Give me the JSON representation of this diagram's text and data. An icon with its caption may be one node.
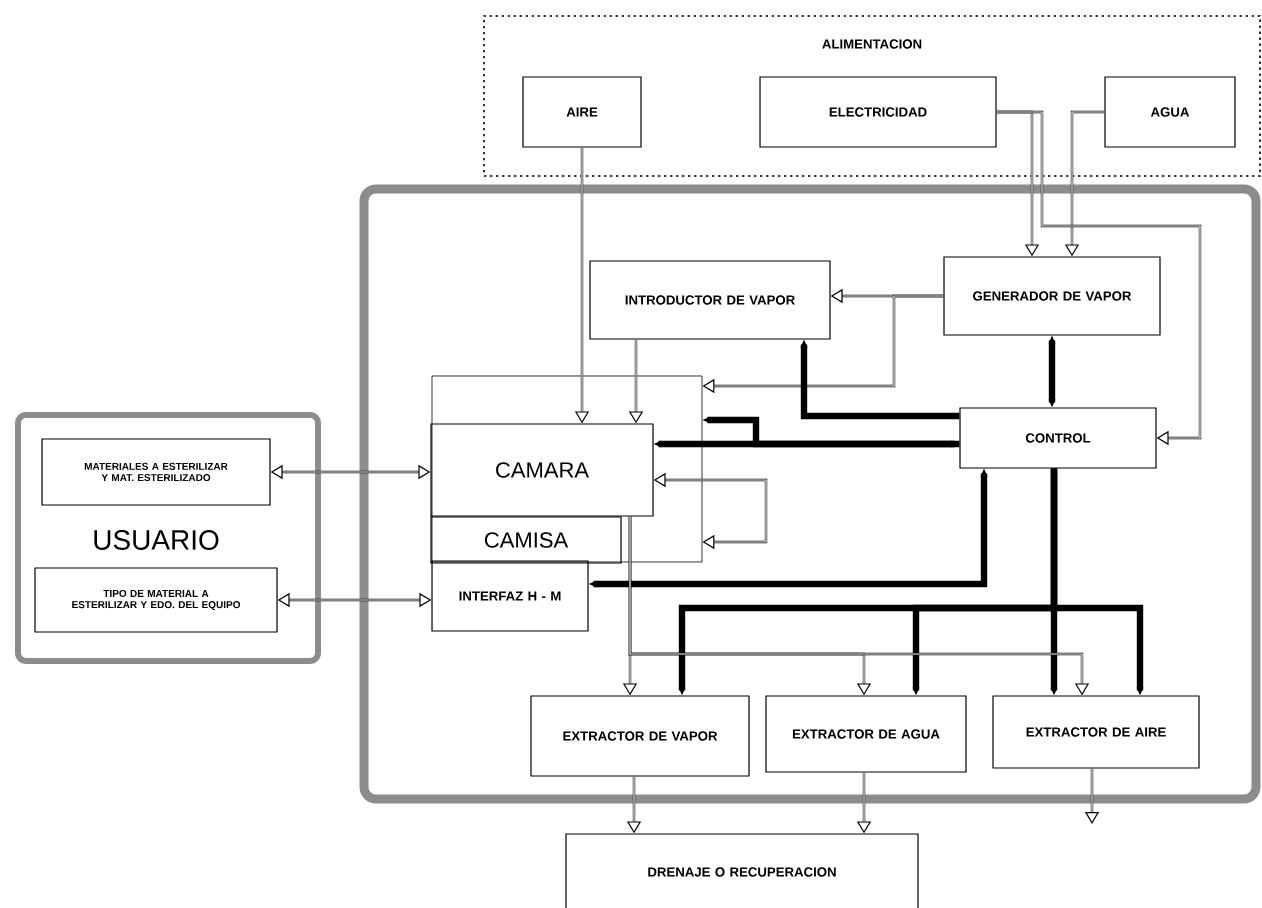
{
  "diagram": {
    "nodes": [
      {
        "text": [
          "ALIMENTACION"
        ]
      },
      {
        "text": [
          "AIRE"
        ],
        "in": 0
      },
      {
        "text": [
          "ELECTRICIDAD"
        ],
        "in": 0
      },
      {
        "text": [
          "AGUA"
        ],
        "in": 0
      },
      {
        "text": [],
        "shape": "box"
      },
      {
        "text": [
          "USUARIO"
        ]
      },
      {
        "text": [
          "MATERIALES A ESTERILIZAR Y MAT. ESTERILIZADO"
        ],
        "in": 5
      },
      {
        "text": [
          "TIPO DE MATERIAL A ESTERILIZAR Y EDO. DEL EQUIPO"
        ],
        "in": 5
      },
      {
        "text": [
          "INTRODUCTOR DE VAPOR"
        ],
        "in": 4
      },
      {
        "text": [
          "GENERADOR DE VAPOR"
        ],
        "in": 4
      },
      {
        "text": [],
        "shape": "box",
        "in": 4
      },
      {
        "text": [
          "CAMARA"
        ],
        "in": 10
      },
      {
        "text": [
          "CAMISA"
        ],
        "in": 10
      },
      {
        "text": [
          "INTERFAZ H - M"
        ],
        "in": 4
      },
      {
        "text": [
          "CONTROL"
        ],
        "in": 4
      },
      {
        "text": [
          "EXTRACTOR DE VAPOR"
        ],
        "in": 4
      },
      {
        "text": [
          "EXTRACTOR DE AGUA"
        ],
        "in": 4
      },
      {
        "text": [
          "EXTRACTOR DE AIRE"
        ],
        "in": 4
      },
      {
        "text": [
          "DRENAJE O RECUPERACION"
        ]
      }
    ],
    "edges": [
      {
        "from": 1,
        "to": 11,
        "arrow": "to"
      },
      {
        "from": 2,
        "to": 9,
        "arrow": "to"
      },
      {
        "from": 3,
        "to": 9,
        "arrow": "to"
      },
      {
        "from": 2,
        "to": 14,
        "arrow": "to"
      },
      {
        "from": 9,
        "to": 8,
        "arrow": "to"
      },
      {
        "from": 9,
        "to": 10,
        "arrow": "to"
      },
      {
        "from": 8,
        "to": 11,
        "arrow": "to"
      },
      {
        "from": 14,
        "to": 8,
        "arrow": "to",
        "style": "thick"
      },
      {
        "from": 14,
        "to": 9,
        "arrow": "both",
        "style": "thick"
      },
      {
        "from": 14,
        "to": 11,
        "arrow": "both",
        "style": "thick"
      },
      {
        "from": 14,
        "to": 10,
        "arrow": "to",
        "style": "thick"
      },
      {
        "from": 14,
        "to": 13,
        "arrow": "both",
        "style": "thick"
      },
      {
        "from": 14,
        "to": 15,
        "arrow": "to",
        "style": "thick"
      },
      {
        "from": 14,
        "to": 16,
        "arrow": "to",
        "style": "thick"
      },
      {
        "from": 14,
        "to": 17,
        "arrow": "to",
        "style": "thick"
      },
      {
        "from": 10,
        "to": 11,
        "arrow": "both"
      },
      {
        "from": 11,
        "to": 15,
        "arrow": "to"
      },
      {
        "from": 11,
        "to": 16,
        "arrow": "to"
      },
      {
        "from": 11,
        "to": 17,
        "arrow": "to"
      },
      {
        "from": 15,
        "to": 18,
        "arrow": "to"
      },
      {
        "from": 16,
        "to": 18,
        "arrow": "to"
      },
      {
        "from": 17,
        "to": null,
        "arrow": "to"
      },
      {
        "from": 6,
        "to": 11,
        "arrow": "both"
      },
      {
        "from": 7,
        "to": 13,
        "arrow": "both"
      }
    ]
  }
}
